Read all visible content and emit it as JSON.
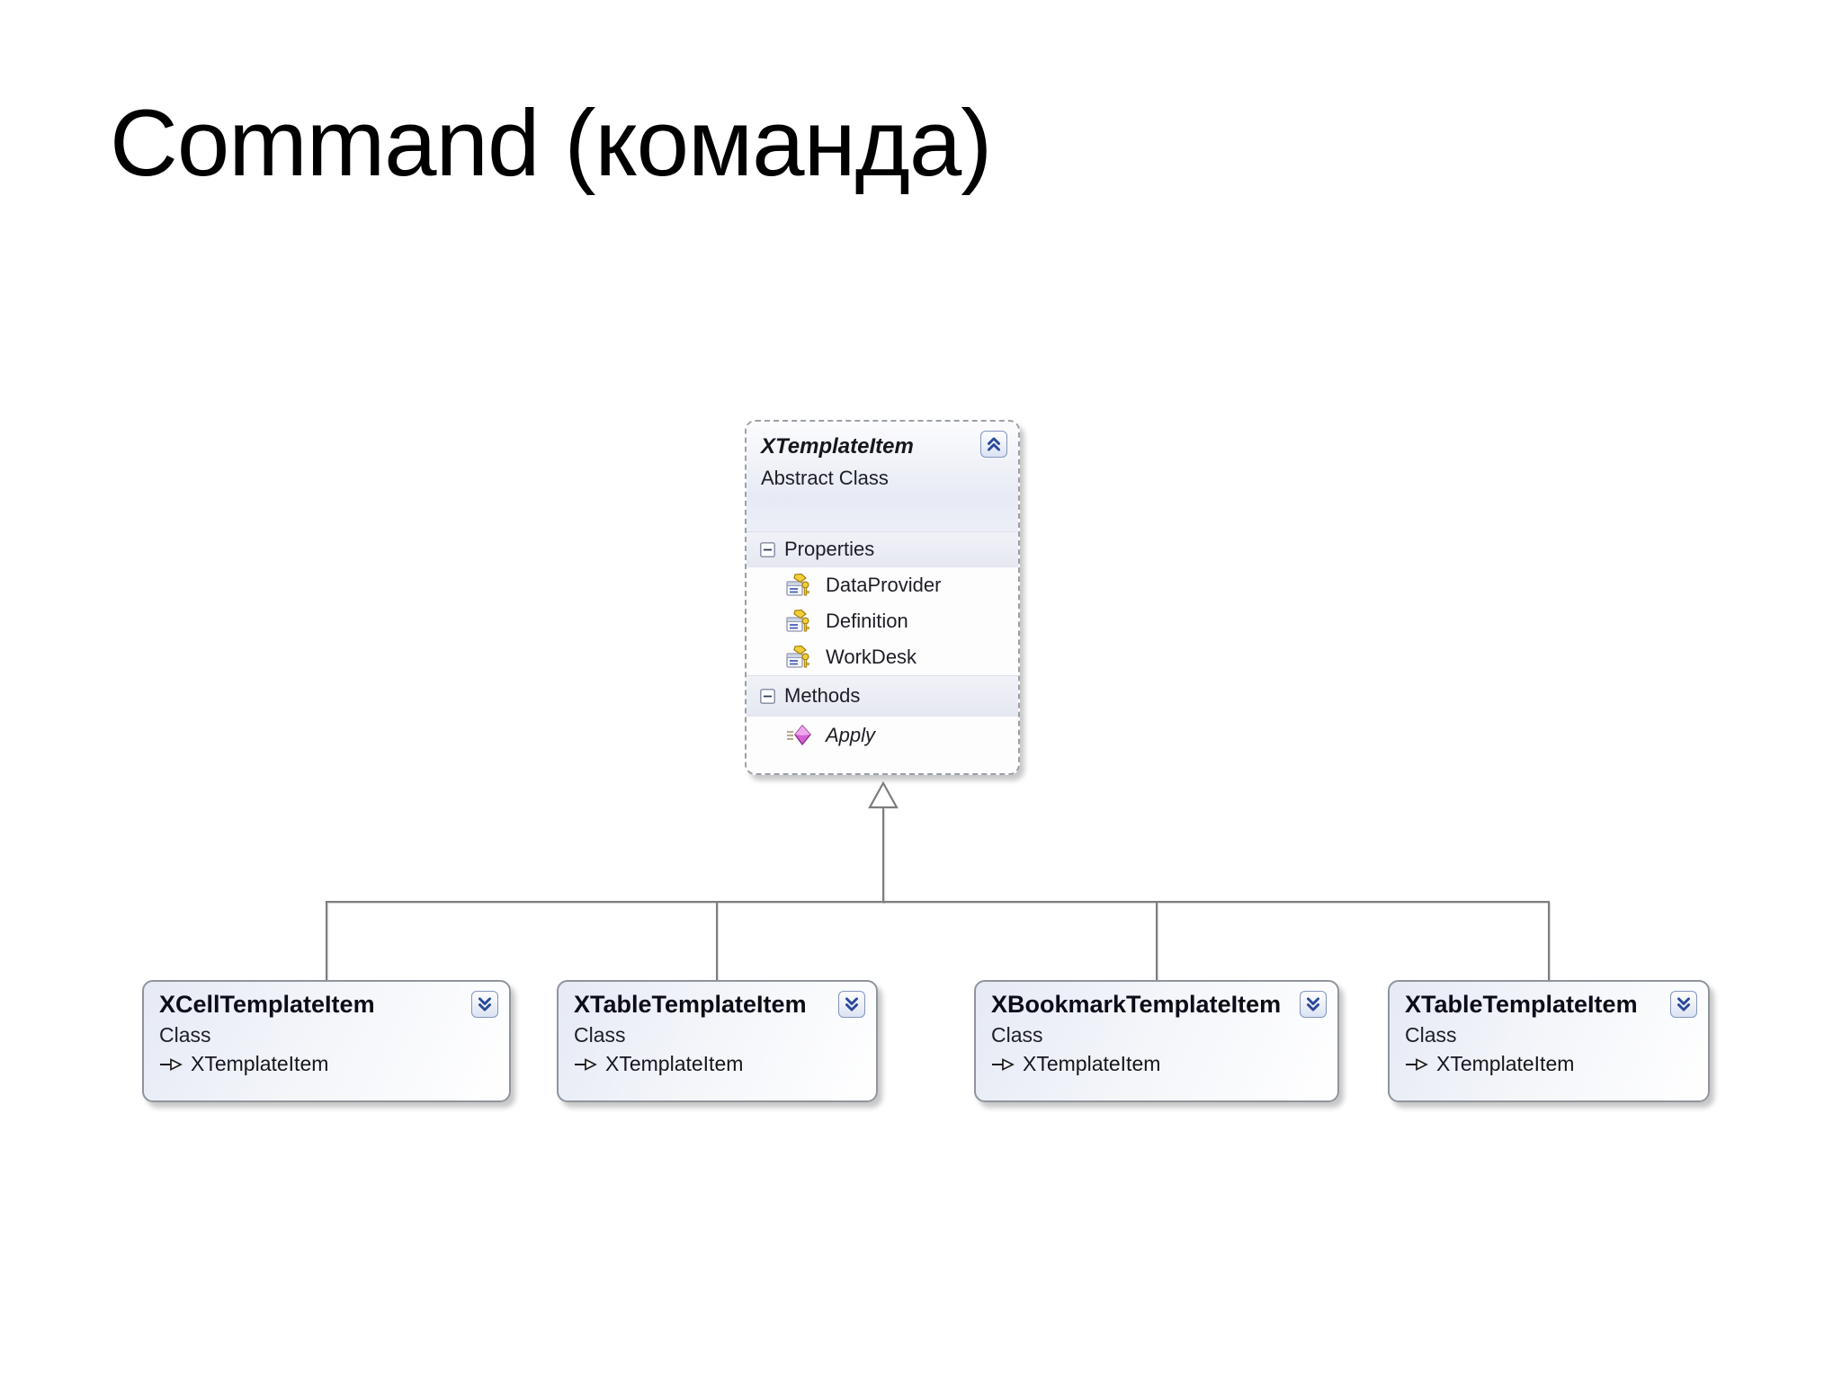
{
  "slide": {
    "title": "Command (команда)"
  },
  "parent": {
    "name": "XTemplateItem",
    "kind": "Abstract Class",
    "properties_label": "Properties",
    "methods_label": "Methods",
    "properties": [
      "DataProvider",
      "Definition",
      "WorkDesk"
    ],
    "methods": [
      "Apply"
    ]
  },
  "children": [
    {
      "name": "XCellTemplateItem",
      "kind": "Class",
      "inherits": "XTemplateItem"
    },
    {
      "name": "XTableTemplateItem",
      "kind": "Class",
      "inherits": "XTemplateItem"
    },
    {
      "name": "XBookmarkTemplateItem",
      "kind": "Class",
      "inherits": "XTemplateItem"
    },
    {
      "name": "XTableTemplateItem",
      "kind": "Class",
      "inherits": "XTemplateItem"
    }
  ],
  "icons": {
    "parent_collapse": "chevron-up-double",
    "child_expand": "chevron-down-double",
    "section_toggle": "minus-box",
    "property": "property-window-key",
    "method": "method-cube",
    "inherits": "open-arrow-right",
    "generalization": "hollow-triangle-up"
  },
  "colors": {
    "chevron_blue": "#2b4a9b",
    "connector_gray": "#7d7d7d",
    "property_gold": "#f2cf3a",
    "method_magenta": "#d661d6",
    "box_border": "#8f949c",
    "abstract_border_dashed": "#9aa0a8"
  }
}
